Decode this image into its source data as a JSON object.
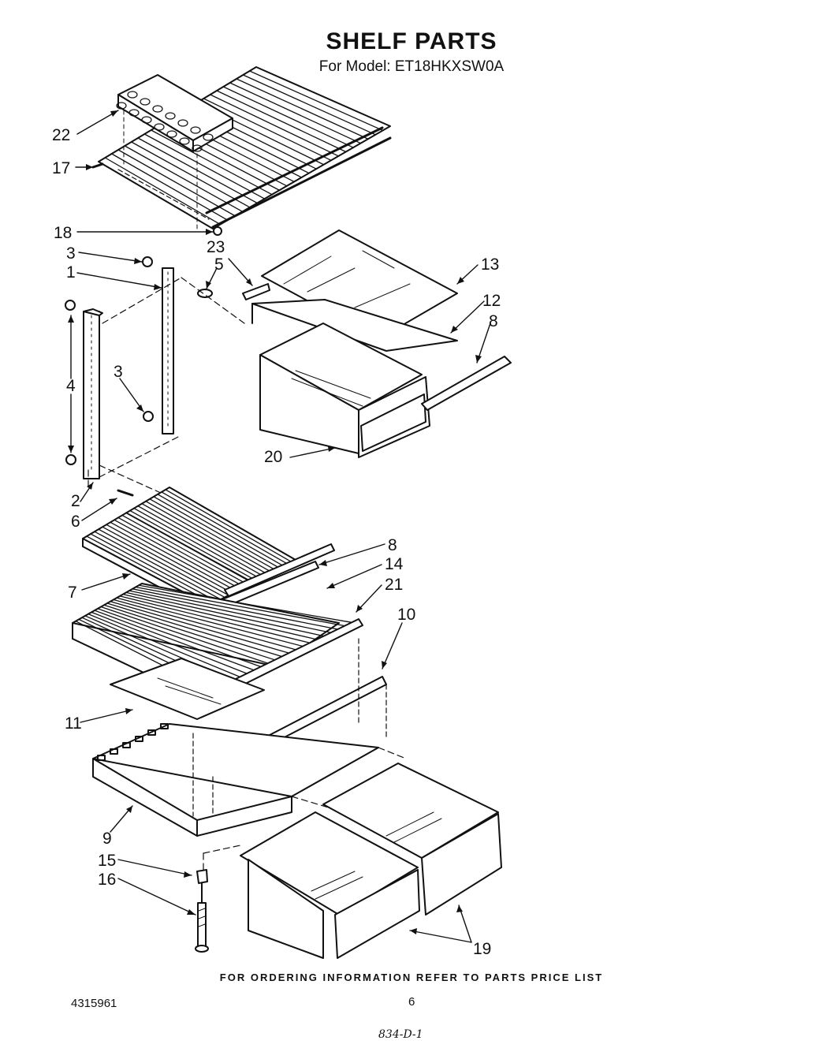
{
  "header": {
    "title": "SHELF PARTS",
    "subtitle": "For Model: ET18HKXSW0A"
  },
  "callouts": [
    {
      "id": "c22",
      "text": "22"
    },
    {
      "id": "c17",
      "text": "17"
    },
    {
      "id": "c18",
      "text": "18"
    },
    {
      "id": "c23",
      "text": "23"
    },
    {
      "id": "c3a",
      "text": "3"
    },
    {
      "id": "c5",
      "text": "5"
    },
    {
      "id": "c1",
      "text": "1"
    },
    {
      "id": "c13",
      "text": "13"
    },
    {
      "id": "c12",
      "text": "12"
    },
    {
      "id": "c8a",
      "text": "8"
    },
    {
      "id": "c4",
      "text": "4"
    },
    {
      "id": "c3b",
      "text": "3"
    },
    {
      "id": "c20",
      "text": "20"
    },
    {
      "id": "c2",
      "text": "2"
    },
    {
      "id": "c6",
      "text": "6"
    },
    {
      "id": "c8b",
      "text": "8"
    },
    {
      "id": "c14",
      "text": "14"
    },
    {
      "id": "c7",
      "text": "7"
    },
    {
      "id": "c21",
      "text": "21"
    },
    {
      "id": "c10",
      "text": "10"
    },
    {
      "id": "c11",
      "text": "11"
    },
    {
      "id": "c9",
      "text": "9"
    },
    {
      "id": "c15",
      "text": "15"
    },
    {
      "id": "c16",
      "text": "16"
    },
    {
      "id": "c19",
      "text": "19"
    }
  ],
  "footer": {
    "ordering_note": "FOR ORDERING INFORMATION REFER TO PARTS PRICE LIST",
    "doc_number": "4315961",
    "page_number": "6",
    "handwritten_note": "834-D-1"
  }
}
